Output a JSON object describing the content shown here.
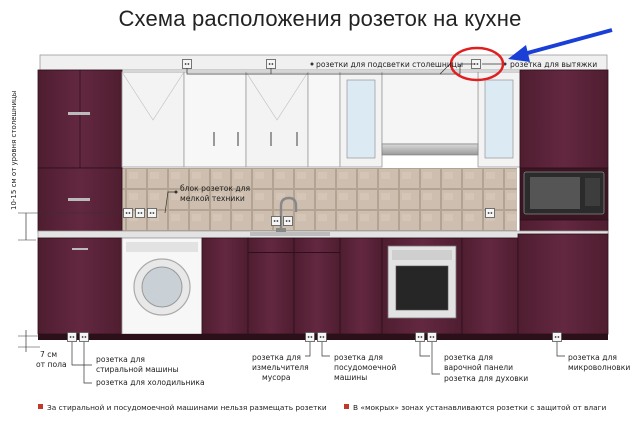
{
  "title": "Схема расположения розеток на кухне",
  "labels": {
    "countertop_light": "розетки для подсветки столешницы",
    "hood": "розетка для вытяжки",
    "small_appliances_1": "блок розеток для",
    "small_appliances_2": "мелкой техники",
    "height_above_counter": "10-15 см от уровня столешницы",
    "floor_7cm_1": "7 см",
    "floor_7cm_2": "от пола",
    "washer_1": "розетка для",
    "washer_2": "стиральной машины",
    "fridge": "розетка для холодильника",
    "disposer_1": "розетка для",
    "disposer_2": "измельчителя",
    "disposer_3": "мусора",
    "dishwasher_1": "розетка для",
    "dishwasher_2": "посудомоечной",
    "dishwasher_3": "машины",
    "hob_1": "розетка для",
    "hob_2": "варочной панели",
    "oven": "розетка для духовки",
    "microwave_1": "розетка для",
    "microwave_2": "микроволновки"
  },
  "notes": {
    "left": "За стиральной и посудомоечной машинами нельзя размещать розетки",
    "right": "В «мокрых» зонах устанавливаются розетки с защитой от влаги"
  },
  "colors": {
    "cabinet": "#5a2236",
    "cabinet_dark": "#441a29",
    "white_cabinet": "#f4f4f4",
    "tile": "#cbbcad",
    "countertop": "#e6e6e6",
    "highlight_circle": "#e02020",
    "arrow": "#1a3fd6",
    "note_marker": "#c0392b"
  },
  "icons": [
    "socket-icon",
    "washing-machine-icon",
    "oven-icon",
    "microwave-icon",
    "faucet-icon",
    "blue-arrow-icon",
    "red-circle-icon"
  ]
}
